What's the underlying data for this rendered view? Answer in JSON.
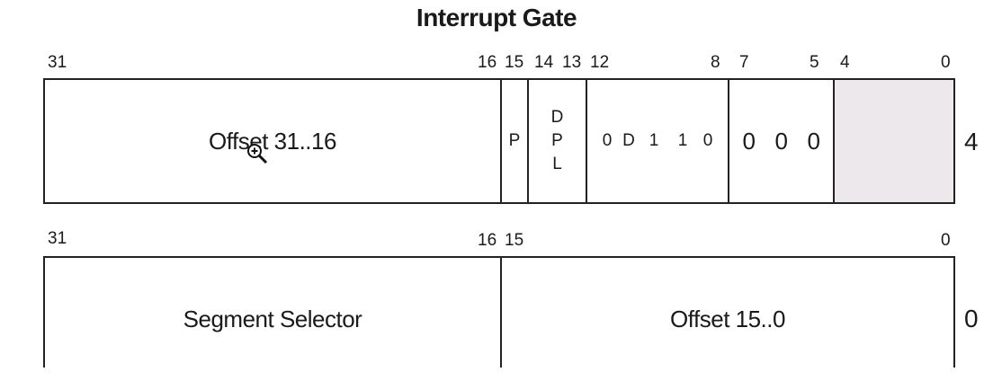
{
  "title": "Interrupt Gate",
  "upper_word": {
    "bit_numbers": {
      "b31": "31",
      "b16": "16",
      "b15": "15",
      "b14": "14",
      "b13": "13",
      "b12": "12",
      "b8": "8",
      "b7": "7",
      "b5": "5",
      "b4": "4",
      "b0": "0"
    },
    "offset_high": "Offset 31..16",
    "present": "P",
    "dpl": [
      "D",
      "P",
      "L"
    ],
    "type_bits": [
      "0",
      "D",
      "1",
      "1",
      "0"
    ],
    "zero_bits": [
      "0",
      "0",
      "0"
    ],
    "reserved_fill": "#ece8ec",
    "row_index": "4"
  },
  "lower_word": {
    "bit_numbers": {
      "b31": "31",
      "b16": "16",
      "b15": "15",
      "b0": "0"
    },
    "segment_selector": "Segment Selector",
    "offset_low": "Offset 15..0",
    "row_index": "0"
  }
}
